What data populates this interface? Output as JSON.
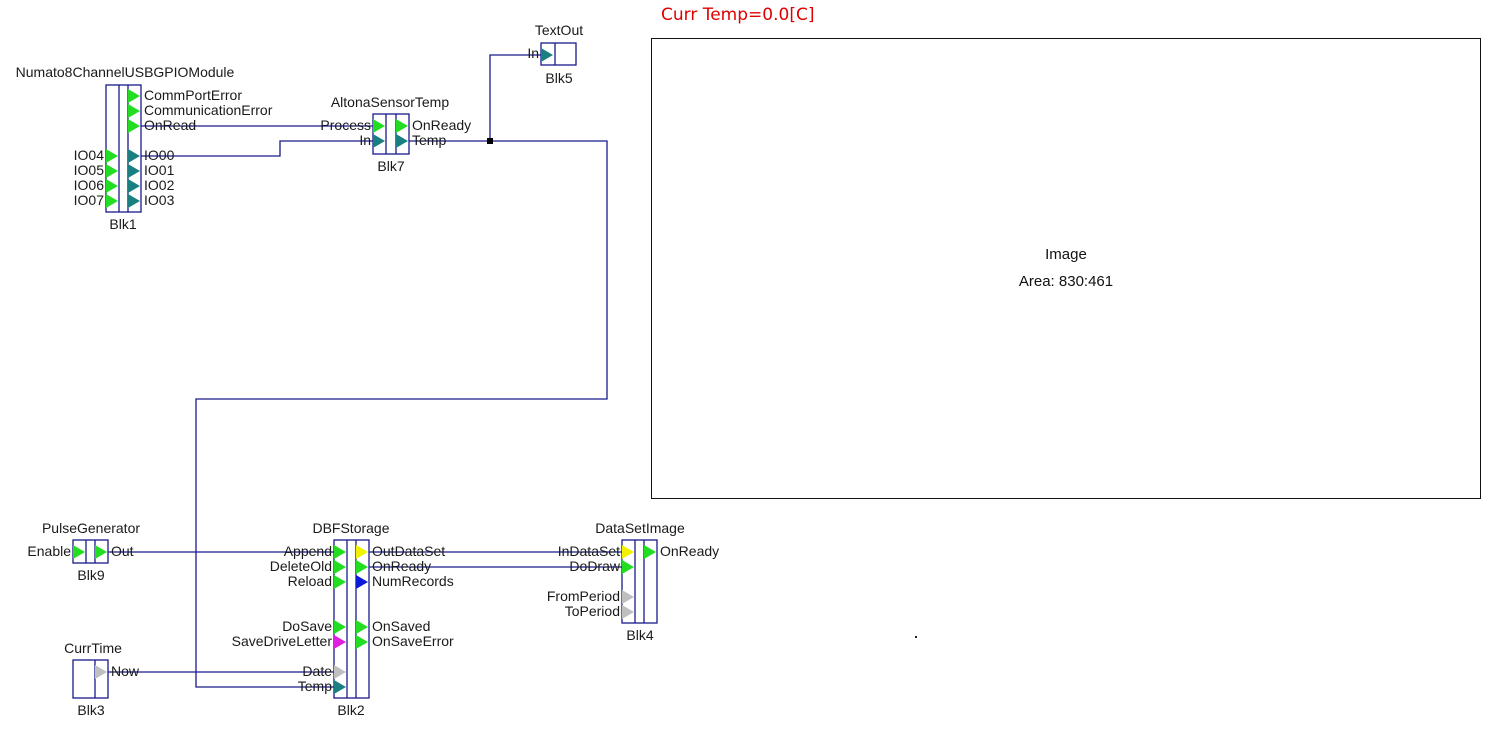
{
  "display": {
    "curr_temp_text": "Curr Temp=0.0[C]",
    "curr_temp_color": "#e00000"
  },
  "image_panel": {
    "title": "Image",
    "area_text": "Area: 830:461"
  },
  "colors": {
    "wire": "#1a1a8c",
    "pin_event": "#22dd22",
    "pin_data": "#1a7f80",
    "pin_dataset": "#f0f000",
    "pin_int": "#0a1ad8",
    "pin_char": "#e020e0",
    "pin_unconnected": "#bfbfbf"
  },
  "blocks": [
    {
      "id": "Blk1",
      "type": "Numato8ChannelUSBGPIOModule",
      "inputs": [
        {
          "name": "IO04",
          "kind": "pin_event"
        },
        {
          "name": "IO05",
          "kind": "pin_event"
        },
        {
          "name": "IO06",
          "kind": "pin_event"
        },
        {
          "name": "IO07",
          "kind": "pin_event"
        }
      ],
      "outputs": [
        {
          "name": "CommPortError",
          "kind": "pin_event"
        },
        {
          "name": "CommunicationError",
          "kind": "pin_event"
        },
        {
          "name": "OnRead",
          "kind": "pin_event"
        },
        {
          "name": "IO00",
          "kind": "pin_data"
        },
        {
          "name": "IO01",
          "kind": "pin_data"
        },
        {
          "name": "IO02",
          "kind": "pin_data"
        },
        {
          "name": "IO03",
          "kind": "pin_data"
        }
      ]
    },
    {
      "id": "Blk7",
      "type": "AltonaSensorTemp",
      "inputs": [
        {
          "name": "Process",
          "kind": "pin_event"
        },
        {
          "name": "In",
          "kind": "pin_data"
        }
      ],
      "outputs": [
        {
          "name": "OnReady",
          "kind": "pin_event"
        },
        {
          "name": "Temp",
          "kind": "pin_data"
        }
      ]
    },
    {
      "id": "Blk5",
      "type": "TextOut",
      "inputs": [
        {
          "name": "In",
          "kind": "pin_data"
        }
      ],
      "outputs": []
    },
    {
      "id": "Blk9",
      "type": "PulseGenerator",
      "inputs": [
        {
          "name": "Enable",
          "kind": "pin_event"
        }
      ],
      "outputs": [
        {
          "name": "Out",
          "kind": "pin_event"
        }
      ]
    },
    {
      "id": "Blk2",
      "type": "DBFStorage",
      "inputs": [
        {
          "name": "Append",
          "kind": "pin_event"
        },
        {
          "name": "DeleteOld",
          "kind": "pin_event"
        },
        {
          "name": "Reload",
          "kind": "pin_event"
        },
        {
          "name": "DoSave",
          "kind": "pin_event"
        },
        {
          "name": "SaveDriveLetter",
          "kind": "pin_char"
        },
        {
          "name": "Date",
          "kind": "pin_unconnected"
        },
        {
          "name": "Temp",
          "kind": "pin_data"
        }
      ],
      "outputs": [
        {
          "name": "OutDataSet",
          "kind": "pin_dataset"
        },
        {
          "name": "OnReady",
          "kind": "pin_event"
        },
        {
          "name": "NumRecords",
          "kind": "pin_int"
        },
        {
          "name": "OnSaved",
          "kind": "pin_event"
        },
        {
          "name": "OnSaveError",
          "kind": "pin_event"
        }
      ]
    },
    {
      "id": "Blk4",
      "type": "DataSetImage",
      "inputs": [
        {
          "name": "InDataSet",
          "kind": "pin_dataset"
        },
        {
          "name": "DoDraw",
          "kind": "pin_event"
        },
        {
          "name": "FromPeriod",
          "kind": "pin_unconnected"
        },
        {
          "name": "ToPeriod",
          "kind": "pin_unconnected"
        }
      ],
      "outputs": [
        {
          "name": "OnReady",
          "kind": "pin_event"
        }
      ]
    },
    {
      "id": "Blk3",
      "type": "CurrTime",
      "inputs": [],
      "outputs": [
        {
          "name": "Now",
          "kind": "pin_unconnected"
        }
      ]
    }
  ],
  "connections": [
    {
      "from": "Blk1.OnRead",
      "to": "Blk7.Process"
    },
    {
      "from": "Blk1.IO00",
      "to": "Blk7.In"
    },
    {
      "from": "Blk7.Temp",
      "to": "Blk5.In"
    },
    {
      "from": "Blk7.Temp",
      "to": "Blk2.Temp"
    },
    {
      "from": "Blk9.Out",
      "to": "Blk2.Append"
    },
    {
      "from": "Blk2.OutDataSet",
      "to": "Blk4.InDataSet"
    },
    {
      "from": "Blk2.OnReady",
      "to": "Blk4.DoDraw"
    },
    {
      "from": "Blk3.Now",
      "to": "Blk2.Date"
    }
  ]
}
